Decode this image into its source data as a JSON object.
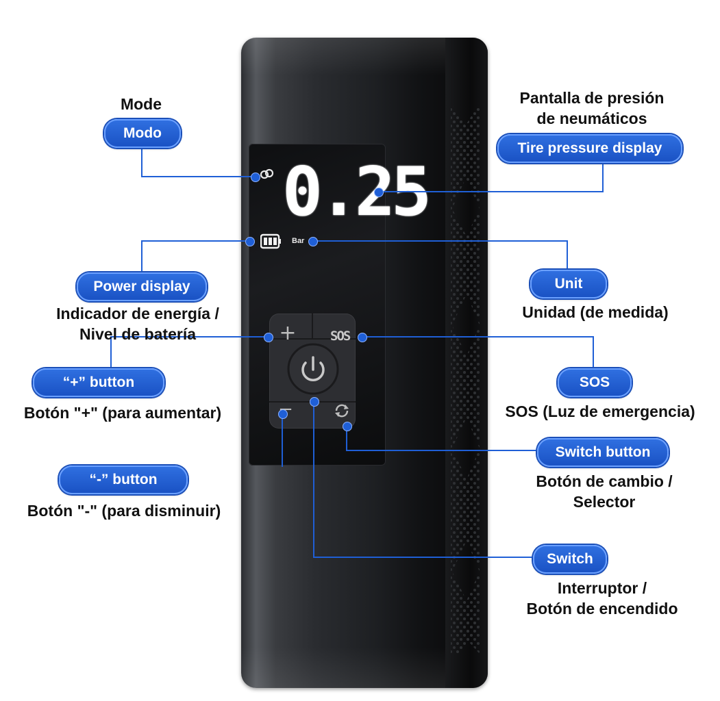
{
  "colors": {
    "accent": "#1a52c4",
    "pill_border": "#6aa0ff",
    "leader_line": "#1f5fd6",
    "device_body": "#1d1f22",
    "background": "#ffffff"
  },
  "display": {
    "pressure_value": "0.25",
    "unit": "Bar",
    "battery_icon": "battery-icon",
    "mode_icon": "mode-icon"
  },
  "keypad": {
    "plus_symbol": "+",
    "sos_label": "SOS",
    "minus_symbol": "−",
    "power_icon": "power-icon",
    "switch_icon": "cycle-icon"
  },
  "callouts": {
    "mode": {
      "title": "Mode",
      "pill": "Modo"
    },
    "tire_pressure": {
      "title_line1": "Pantalla de presión",
      "title_line2": "de neumáticos",
      "pill": "Tire pressure display"
    },
    "power_display": {
      "pill": "Power display",
      "caption_line1": "Indicador de energía /",
      "caption_line2": "Nivel de batería"
    },
    "unit": {
      "pill": "Unit",
      "caption": "Unidad (de medida)"
    },
    "plus_button": {
      "pill": "“+” button",
      "caption": "Botón \"+\" (para aumentar)"
    },
    "sos": {
      "pill": "SOS",
      "caption": "SOS (Luz de emergencia)"
    },
    "switch_button": {
      "pill": "Switch button",
      "caption_line1": "Botón de cambio /",
      "caption_line2": "Selector"
    },
    "minus_button": {
      "pill": "“-” button",
      "caption": "Botón \"-\" (para disminuir)"
    },
    "switch": {
      "pill": "Switch",
      "caption_line1": "Interruptor /",
      "caption_line2": "Botón de encendido"
    }
  }
}
